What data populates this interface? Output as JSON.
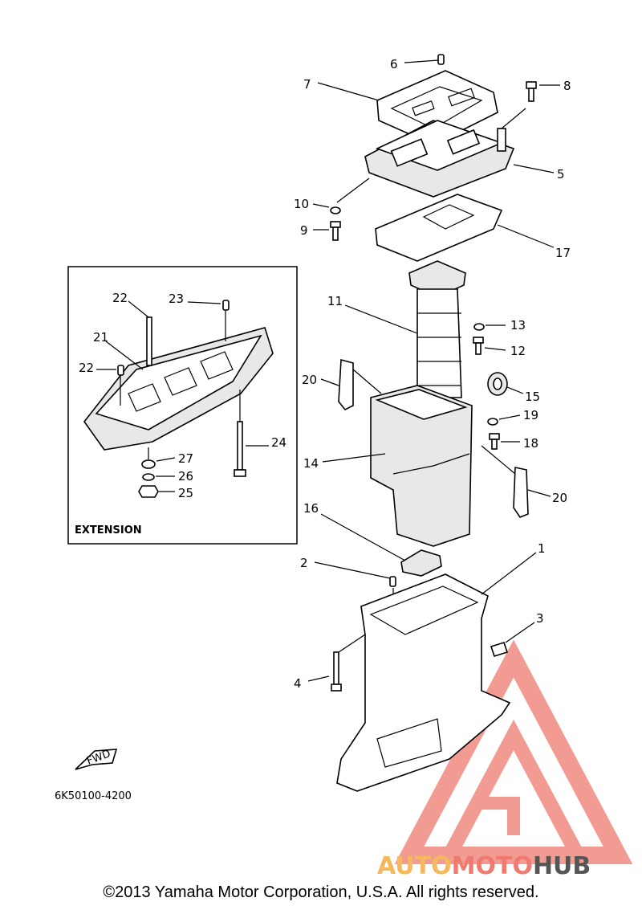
{
  "callouts": [
    "1",
    "2",
    "3",
    "4",
    "5",
    "6",
    "7",
    "8",
    "9",
    "10",
    "11",
    "12",
    "13",
    "14",
    "15",
    "16",
    "17",
    "18",
    "19",
    "20",
    "20",
    "21",
    "22",
    "22",
    "23",
    "24",
    "25",
    "26",
    "27"
  ],
  "extension_label": "EXTENSION",
  "fwd_label": "FWD",
  "diagram_code": "6K50100-4200",
  "watermark": {
    "text_auto": "AUTO",
    "text_moto": "MOTO",
    "text_hub": "HUB",
    "color_auto": "#f5b85c",
    "color_moto": "#f07a70",
    "color_hub": "#555555",
    "triangle_color": "#f08a80"
  },
  "copyright": "©2013 Yamaha Motor Corporation, U.S.A. All rights reserved."
}
